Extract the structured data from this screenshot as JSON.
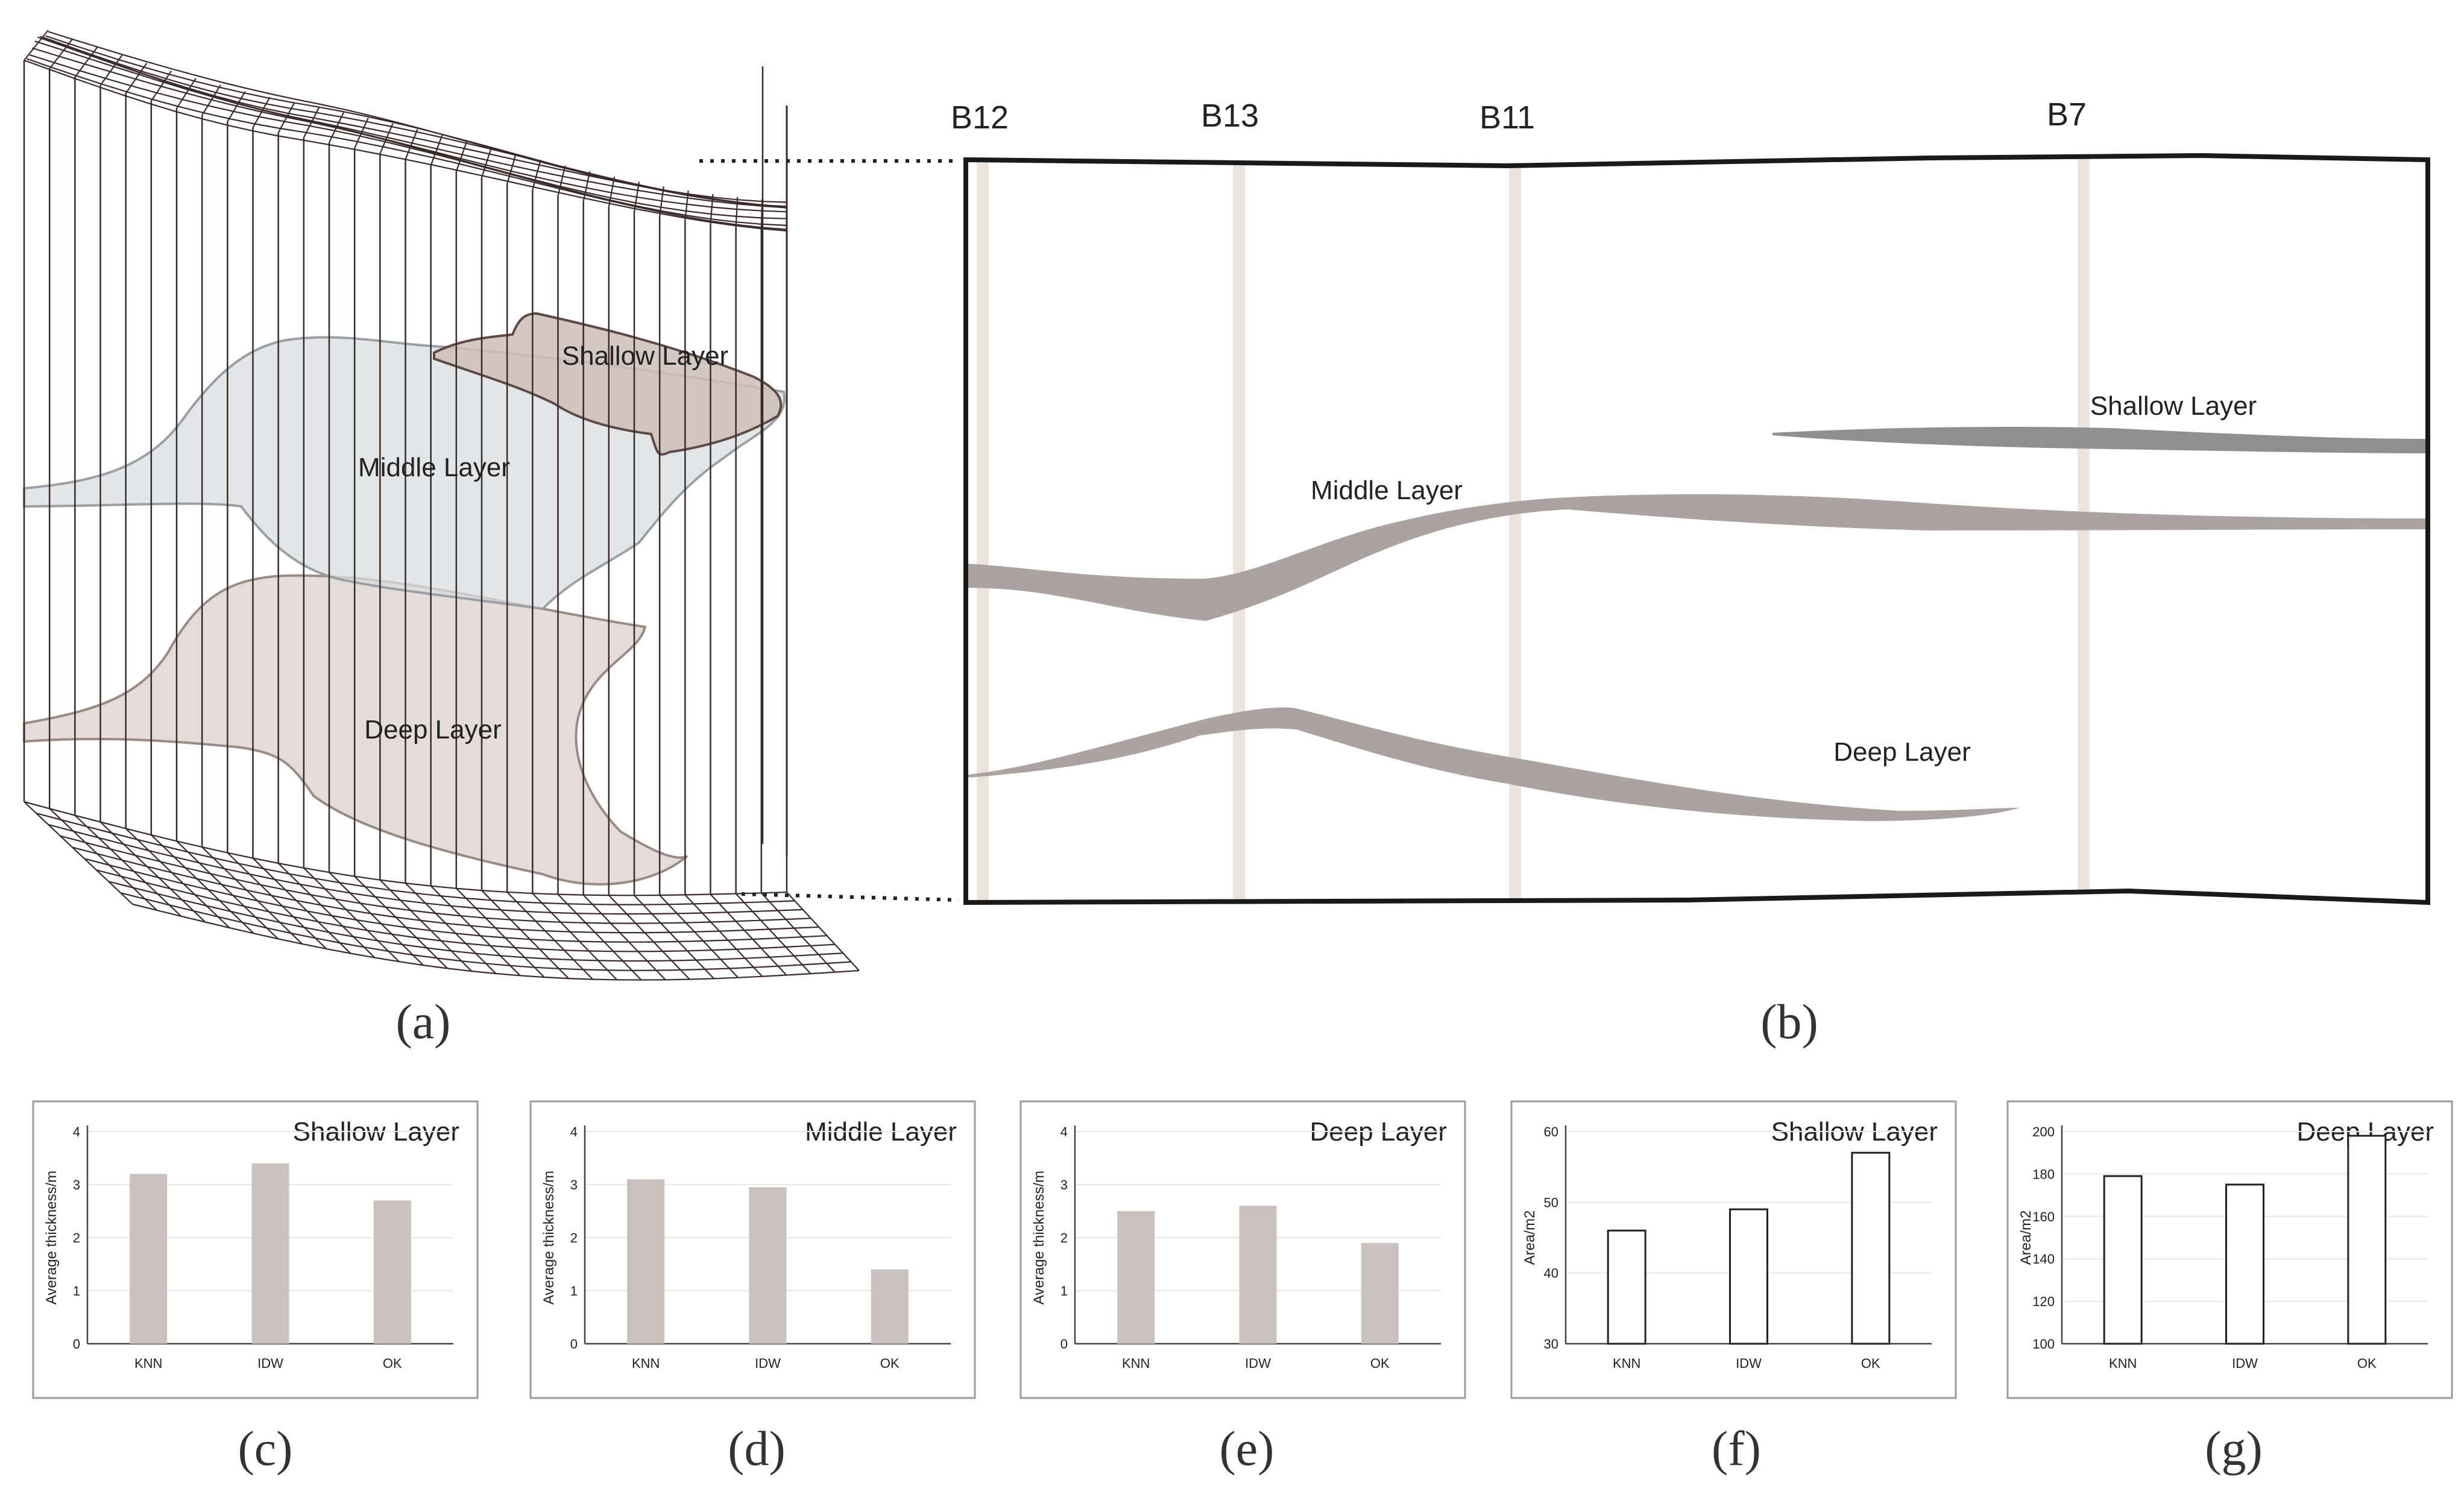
{
  "panel_labels": {
    "a": "(a)",
    "b": "(b)",
    "c": "(c)",
    "d": "(d)",
    "e": "(e)",
    "f": "(f)",
    "g": "(g)"
  },
  "block_model": {
    "shallow_label": "Shallow Layer",
    "middle_label": "Middle Layer",
    "deep_label": "Deep Layer"
  },
  "cross_section": {
    "boreholes": [
      "B12",
      "B13",
      "B11",
      "B7"
    ],
    "shallow_label": "Shallow Layer",
    "middle_label": "Middle Layer",
    "deep_label": "Deep Layer"
  },
  "colors": {
    "layer_fill": "#aaa39f",
    "shallow_fill": "#8f8f91",
    "borehole": "#ebe4de",
    "bar_fill": "#c9c1bd",
    "wire": "#3b2a2a"
  },
  "chart_data": [
    {
      "type": "bar",
      "title": "Shallow Layer",
      "ylabel": "Average thickness/m",
      "categories": [
        "KNN",
        "IDW",
        "OK"
      ],
      "values": [
        3.2,
        3.4,
        2.7
      ],
      "ylim": [
        0,
        4
      ],
      "yticks": [
        "0",
        "1",
        "2",
        "3",
        "4"
      ],
      "filled": true
    },
    {
      "type": "bar",
      "title": "Middle Layer",
      "ylabel": "Average thickness/m",
      "categories": [
        "KNN",
        "IDW",
        "OK"
      ],
      "values": [
        3.1,
        2.95,
        1.4
      ],
      "ylim": [
        0,
        4
      ],
      "yticks": [
        "0",
        "1",
        "2",
        "3",
        "4"
      ],
      "filled": true
    },
    {
      "type": "bar",
      "title": "Deep Layer",
      "ylabel": "Average thickness/m",
      "categories": [
        "KNN",
        "IDW",
        "OK"
      ],
      "values": [
        2.5,
        2.6,
        1.9
      ],
      "ylim": [
        0,
        4
      ],
      "yticks": [
        "0",
        "1",
        "2",
        "3",
        "4"
      ],
      "filled": true
    },
    {
      "type": "bar",
      "title": "Shallow Layer",
      "ylabel": "Area/m2",
      "categories": [
        "KNN",
        "IDW",
        "OK"
      ],
      "values": [
        46,
        49,
        57
      ],
      "ylim": [
        30,
        60
      ],
      "yticks": [
        "30",
        "40",
        "50",
        "60"
      ],
      "filled": false
    },
    {
      "type": "bar",
      "title": "Deep Layer",
      "ylabel": "Area/m2",
      "categories": [
        "KNN",
        "IDW",
        "OK"
      ],
      "values": [
        179,
        175,
        198
      ],
      "ylim": [
        100,
        200
      ],
      "yticks": [
        "100",
        "120",
        "140",
        "160",
        "180",
        "200"
      ],
      "filled": false
    }
  ]
}
